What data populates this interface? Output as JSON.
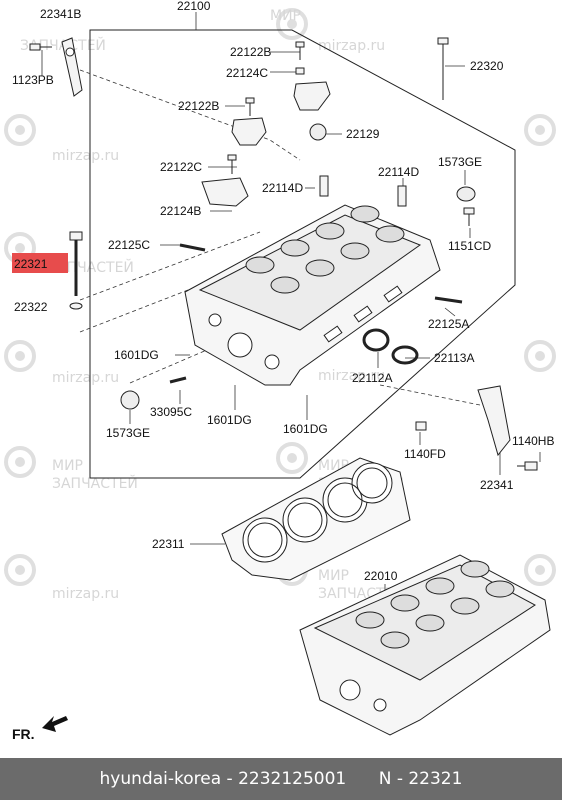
{
  "labels": {
    "l_22100": "22100",
    "l_22341B": "22341B",
    "l_1123PB": "1123PB",
    "l_22122B_a": "22122B",
    "l_22124C": "22124C",
    "l_22320": "22320",
    "l_22122B_b": "22122B",
    "l_22129": "22129",
    "l_1573GE_a": "1573GE",
    "l_22122C": "22122C",
    "l_22114D_a": "22114D",
    "l_22114D_b": "22114D",
    "l_22124B": "22124B",
    "l_1151CD": "1151CD",
    "l_22125C": "22125C",
    "l_22321": "22321",
    "l_22322": "22322",
    "l_22125A": "22125A",
    "l_1601DG_a": "1601DG",
    "l_22113A": "22113A",
    "l_22112A": "22112A",
    "l_33095C": "33095C",
    "l_1573GE_b": "1573GE",
    "l_1601DG_b": "1601DG",
    "l_1601DG_c": "1601DG",
    "l_1140FD": "1140FD",
    "l_1140HB": "1140HB",
    "l_22341": "22341",
    "l_22311": "22311",
    "l_22010": "22010"
  },
  "watermark": {
    "domain": "mirzap.ru",
    "line1": "МИР",
    "line2": "ЗАПЧАСТЕЙ"
  },
  "direction_label": "FR.",
  "footer": {
    "brand": "hyundai-korea",
    "part_number": "2232125001",
    "separator": "N",
    "ref": "22321",
    "dash": "-"
  },
  "colors": {
    "highlight": "#e74c4c",
    "footer_bg": "#6b6b6b",
    "watermark": "#d2d2d2"
  }
}
